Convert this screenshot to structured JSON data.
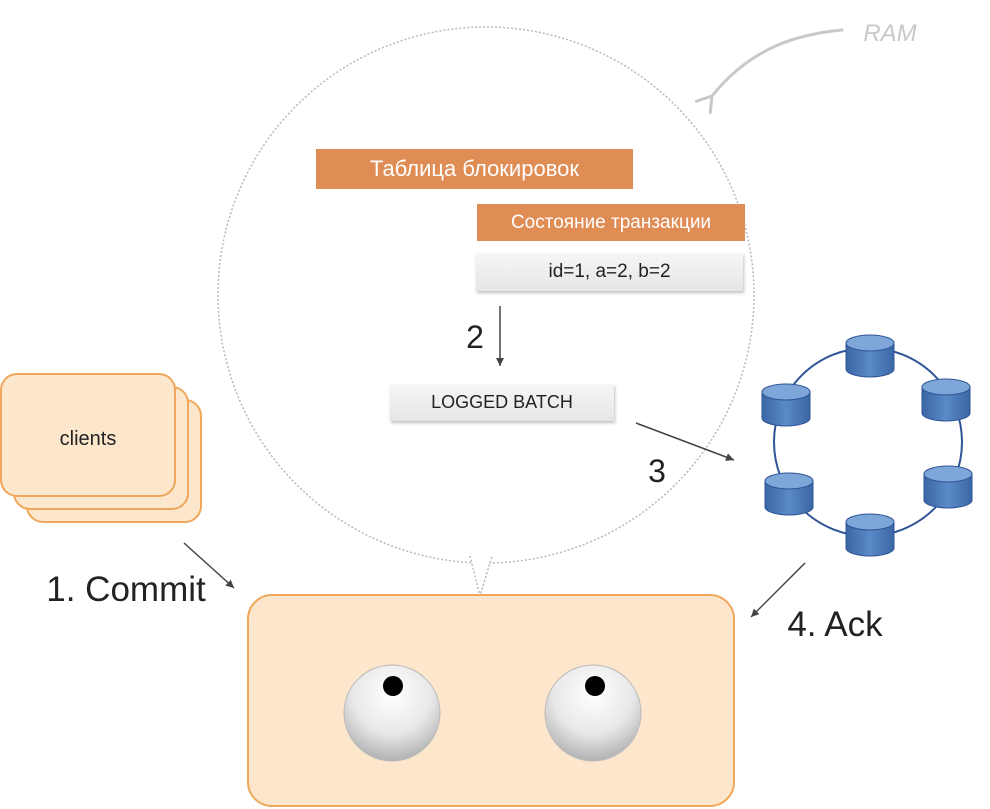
{
  "ram_label": "RAM",
  "lock_table_label": "Таблица блокировок",
  "transaction_state_label": "Состояние транзакции",
  "transaction_values": "id=1, a=2, b=2",
  "logged_batch_label": "LOGGED BATCH",
  "clients_label": "clients",
  "steps": {
    "commit": "1. Commit",
    "write_batch": "2",
    "replicate": "3",
    "ack": "4. Ack"
  },
  "colors": {
    "orange_fill": "#e08d55",
    "peach_fill": "#fce6cc",
    "peach_border": "#f0a75c",
    "ring_stroke": "#2f5596",
    "db_fill": "#4a78b8"
  },
  "icons": {
    "cluster_nodes": "database-cylinder-icon",
    "coordinator_eyes": "eye-icon"
  }
}
